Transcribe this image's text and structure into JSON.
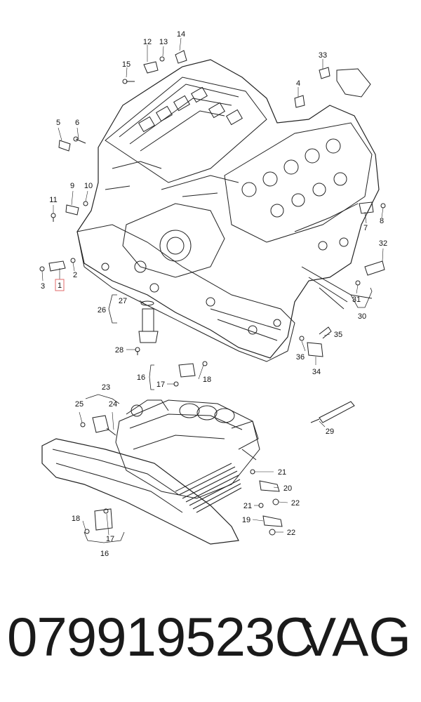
{
  "callouts": {
    "c1": "1",
    "c2": "2",
    "c3": "3",
    "c4": "4",
    "c5": "5",
    "c6": "6",
    "c7": "7",
    "c8": "8",
    "c9": "9",
    "c10": "10",
    "c11": "11",
    "c12": "12",
    "c13": "13",
    "c14": "14",
    "c15": "15",
    "c16a": "16",
    "c16b": "16",
    "c17a": "17",
    "c17b": "17",
    "c18a": "18",
    "c18b": "18",
    "c19": "19",
    "c20": "20",
    "c21a": "21",
    "c21b": "21",
    "c22a": "22",
    "c22b": "22",
    "c23": "23",
    "c24": "24",
    "c25": "25",
    "c26": "26",
    "c27": "27",
    "c28": "28",
    "c29": "29",
    "c30": "30",
    "c31": "31",
    "c32": "32",
    "c33": "33",
    "c34": "34",
    "c35": "35",
    "c36": "36"
  },
  "highlight_color": "#e06a6a",
  "part_number": "079919523C",
  "brand": "VAG"
}
